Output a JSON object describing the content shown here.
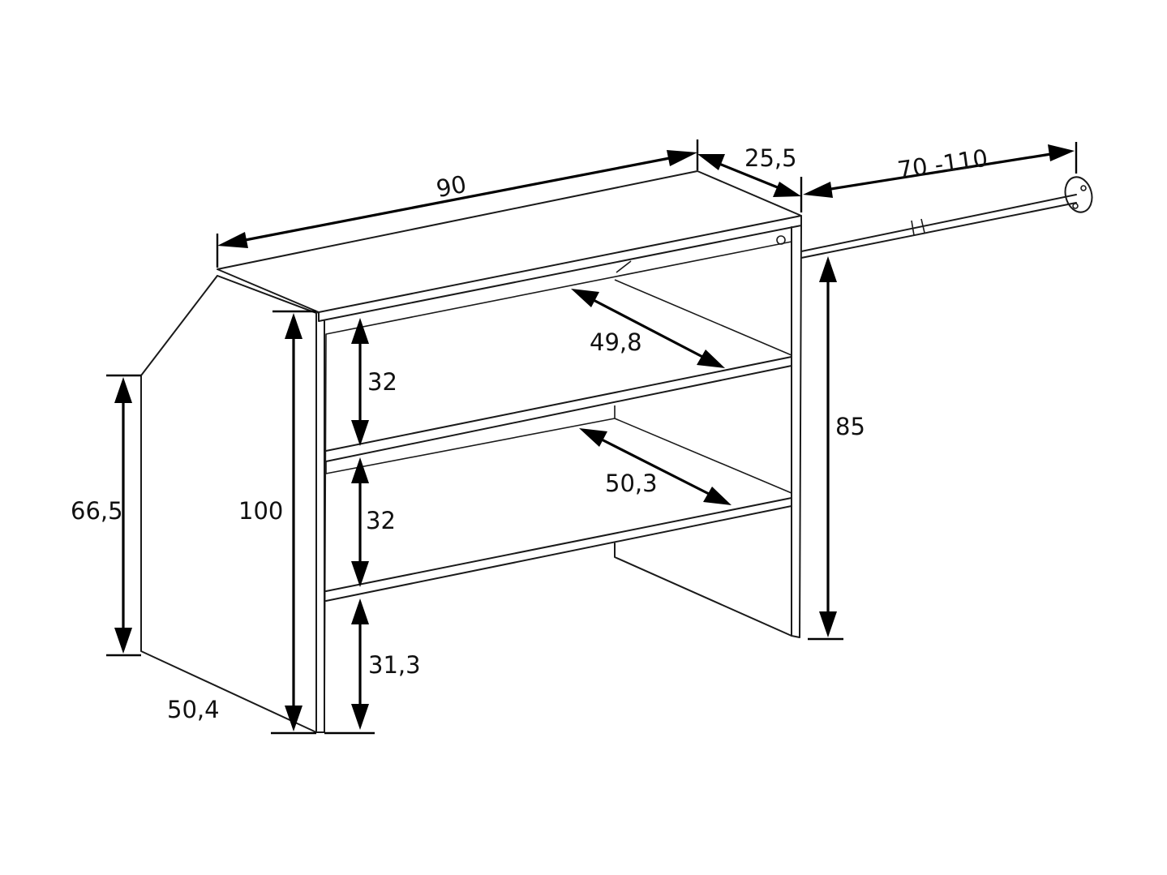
{
  "dimensions": {
    "width": "90",
    "depth_top": "25,5",
    "rod_length": "70 -110",
    "height_total": "100",
    "side_lower_height": "66,5",
    "side_depth": "50,4",
    "shelf_gap_top": "32",
    "shelf_gap_middle": "32",
    "shelf_gap_bottom": "31,3",
    "shelf_depth_upper": "49,8",
    "shelf_depth_lower": "50,3",
    "right_panel_height": "85"
  }
}
